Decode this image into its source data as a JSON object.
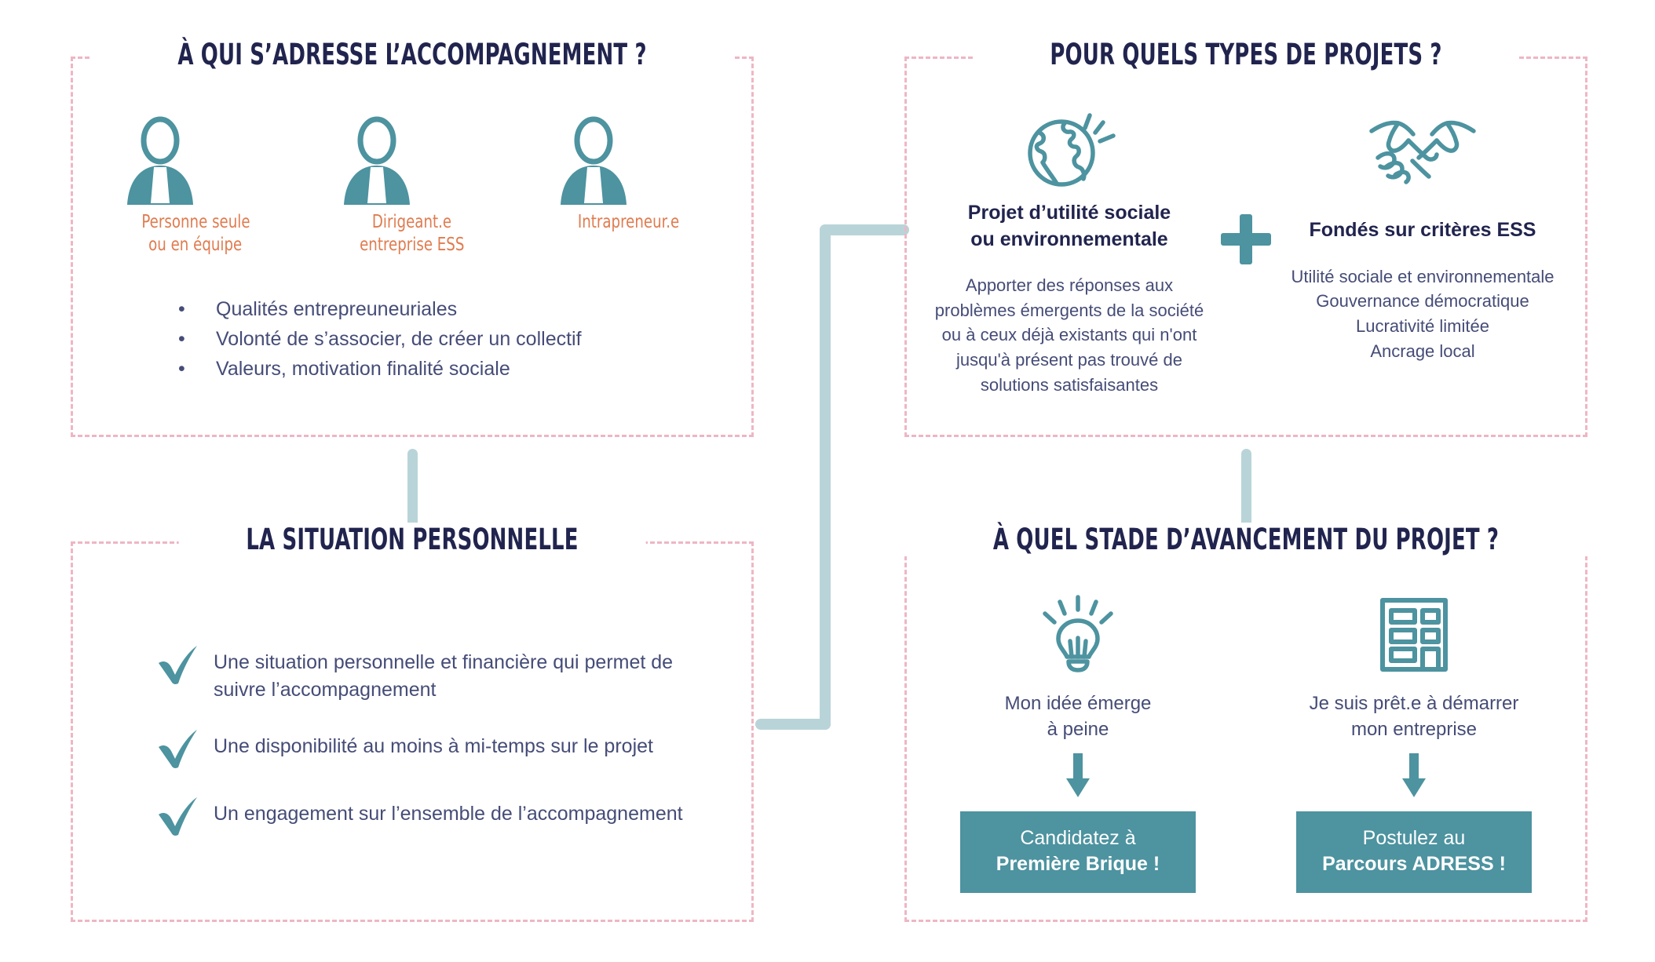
{
  "colors": {
    "panel_border": "#eeb6c4",
    "title": "#21244e",
    "body_text": "#454c77",
    "accent_orange": "#e07b4f",
    "teal": "#4d93a0",
    "connector": "#b9d4d8",
    "cta_bg": "#4d93a0",
    "cta_text": "#ffffff"
  },
  "panels": {
    "audience": {
      "title": "À QUI S’ADRESSE L’ACCOMPAGNEMENT ?",
      "persons": [
        {
          "icon": "person-icon",
          "line1": "Personne seule",
          "line2": "ou en équipe"
        },
        {
          "icon": "person-icon",
          "line1": "Dirigeant.e",
          "line2": "entreprise ESS"
        },
        {
          "icon": "person-icon",
          "line1": "Intrapreneur.e",
          "line2": ""
        }
      ],
      "bullet_char": "•",
      "bullets": [
        "Qualités entrepreuneuriales",
        "Volonté de s’associer, de créer un collectif",
        "Valeurs, motivation finalité sociale"
      ]
    },
    "situation": {
      "title": "LA SITUATION PERSONNELLE",
      "checks": [
        "Une situation personnelle et financière qui permet de suivre l’accompagnement",
        "Une disponibilité au moins à mi-temps sur le projet",
        "Un engagement sur l’ensemble de l’accompagnement"
      ]
    },
    "projects": {
      "title": "POUR QUELS TYPES DE PROJETS ?",
      "plus_symbol": "+",
      "left": {
        "icon": "globe-icon",
        "heading_line1": "Projet d’utilité sociale",
        "heading_line2": "ou environnementale",
        "body": "Apporter des réponses aux problèmes émergents de la société ou à ceux déjà existants qui n'ont jusqu'à présent pas trouvé de solutions satisfaisantes"
      },
      "right": {
        "icon": "handshake-icon",
        "heading": "Fondés sur critères ESS",
        "criteria": [
          "Utilité sociale et environnementale",
          "Gouvernance démocratique",
          "Lucrativité limitée",
          "Ancrage local"
        ]
      }
    },
    "stage": {
      "title": "À QUEL STADE D’AVANCEMENT DU PROJET ?",
      "options": [
        {
          "icon": "lightbulb-icon",
          "text_line1": "Mon idée émerge",
          "text_line2": "à peine",
          "arrow": "down-arrow-icon",
          "cta_line1": "Candidatez à",
          "cta_line2": "Première Brique !"
        },
        {
          "icon": "building-icon",
          "text_line1": "Je suis prêt.e à démarrer",
          "text_line2": "mon entreprise",
          "arrow": "down-arrow-icon",
          "cta_line1": "Postulez au",
          "cta_line2": "Parcours ADRESS !"
        }
      ]
    }
  }
}
